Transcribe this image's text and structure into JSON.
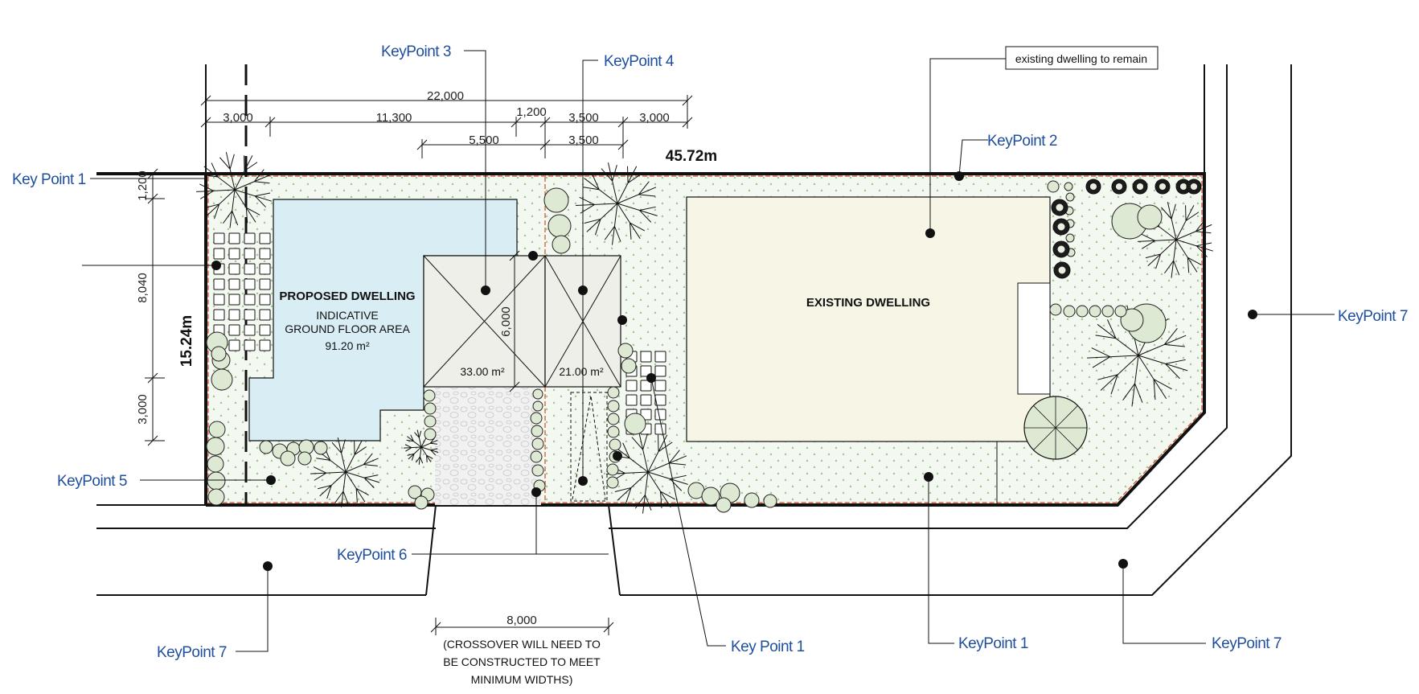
{
  "callout": {
    "existing_to_remain": "existing dwelling to remain"
  },
  "dimensions": {
    "overall_width": "22,000",
    "seg1": "3,000",
    "seg2": "11,300",
    "seg3": "1,200",
    "seg4": "3,500",
    "seg5": "3,000",
    "lower1": "5,500",
    "lower2": "3,500",
    "frontage": "45.72m",
    "depth": "15.24m",
    "side1": "1,200",
    "side2": "8,040",
    "side3": "3,000",
    "garage_depth": "6,000",
    "crossover": "8,000"
  },
  "crossover_note": {
    "line1": "(CROSSOVER WILL NEED TO",
    "line2": "BE CONSTRUCTED TO MEET",
    "line3": "MINIMUM WIDTHS)"
  },
  "buildings": {
    "proposed_title": "PROPOSED DWELLING",
    "proposed_sub1": "INDICATIVE",
    "proposed_sub2": "GROUND FLOOR AREA",
    "proposed_area": "91.20 m²",
    "garage1_area": "33.00 m²",
    "garage2_area": "21.00 m²",
    "existing_title": "EXISTING DWELLING"
  },
  "key_points": {
    "kp1_left": "Key Point 1",
    "kp2": "KeyPoint 2",
    "kp3": "KeyPoint 3",
    "kp4": "KeyPoint 4",
    "kp5": "KeyPoint 5",
    "kp6": "KeyPoint 6",
    "kp7_right": "KeyPoint 7",
    "kp7_bottom_left": "KeyPoint 7",
    "kp1_bottom_a": "Key Point 1",
    "kp1_bottom_b": "KeyPoint 1",
    "kp7_bottom_right": "KeyPoint 7"
  },
  "colors": {
    "proposed_fill": "#d9edf4",
    "existing_fill": "#f7f6e6",
    "garage_fill": "#efefe9",
    "lawn_fill": "#f3f8f0",
    "boundary_red": "#d04a2a",
    "keypoint_blue": "#1f4e9c",
    "shrub_fill": "#dde9d3"
  }
}
